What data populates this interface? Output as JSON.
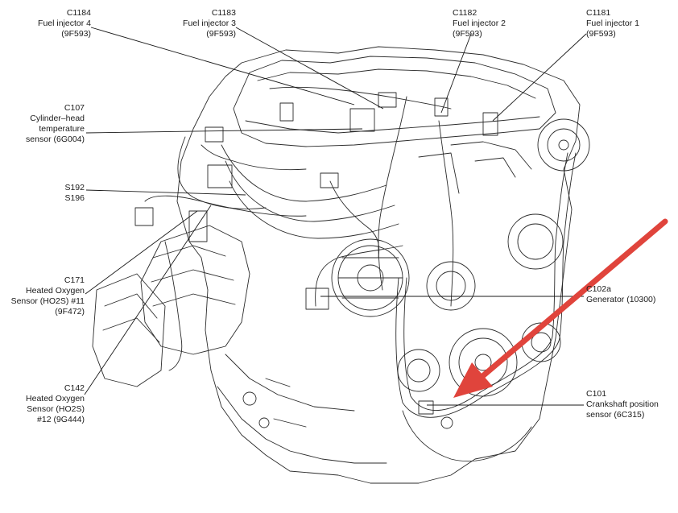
{
  "labels": {
    "c1184": {
      "code": "C1184",
      "name": "Fuel injector 4",
      "part": "(9F593)"
    },
    "c1183": {
      "code": "C1183",
      "name": "Fuel injector 3",
      "part": "(9F593)"
    },
    "c1182": {
      "code": "C1182",
      "name": "Fuel injector 2",
      "part": "(9F593)"
    },
    "c1181": {
      "code": "C1181",
      "name": "Fuel injector 1",
      "part": "(9F593)"
    },
    "c107": {
      "code": "C107",
      "line1": "Cylinder–head",
      "line2": "temperature",
      "line3": "sensor (6G004)"
    },
    "s192": {
      "line1": "S192",
      "line2": "S196"
    },
    "c171": {
      "code": "C171",
      "line1": "Heated Oxygen",
      "line2": "Sensor (HO2S) #11",
      "line3": "(9F472)"
    },
    "c142": {
      "code": "C142",
      "line1": "Heated Oxygen",
      "line2": "Sensor (HO2S)",
      "line3": "#12 (9G444)"
    },
    "c102a": {
      "code": "C102a",
      "name": "Generator (10300)"
    },
    "c101": {
      "code": "C101",
      "line1": "Crankshaft position",
      "line2": "sensor (6C315)"
    }
  },
  "colors": {
    "line_art": "#2b2b2b",
    "arrow": "#e0443c",
    "background": "#ffffff"
  }
}
